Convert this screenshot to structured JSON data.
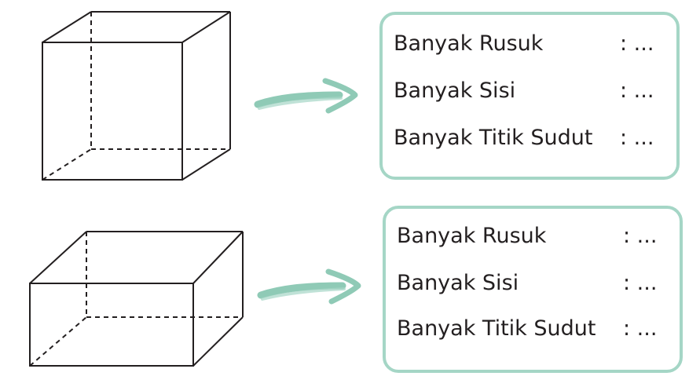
{
  "exercises": [
    {
      "shape": "cube",
      "rows": [
        {
          "label": "Banyak Rusuk",
          "value": ": ..."
        },
        {
          "label": "Banyak Sisi",
          "value": ": ..."
        },
        {
          "label": "Banyak Titik Sudut",
          "value": ": ..."
        }
      ]
    },
    {
      "shape": "cuboid",
      "rows": [
        {
          "label": "Banyak Rusuk",
          "value": ": ..."
        },
        {
          "label": "Banyak Sisi",
          "value": ": ..."
        },
        {
          "label": "Banyak Titik Sudut",
          "value": ": ..."
        }
      ]
    }
  ],
  "colors": {
    "box_border": "#a5d6c6",
    "arrow": "#8fcab6",
    "line": "#231f20"
  },
  "icons": {
    "arrow": "right-arrow-icon"
  }
}
